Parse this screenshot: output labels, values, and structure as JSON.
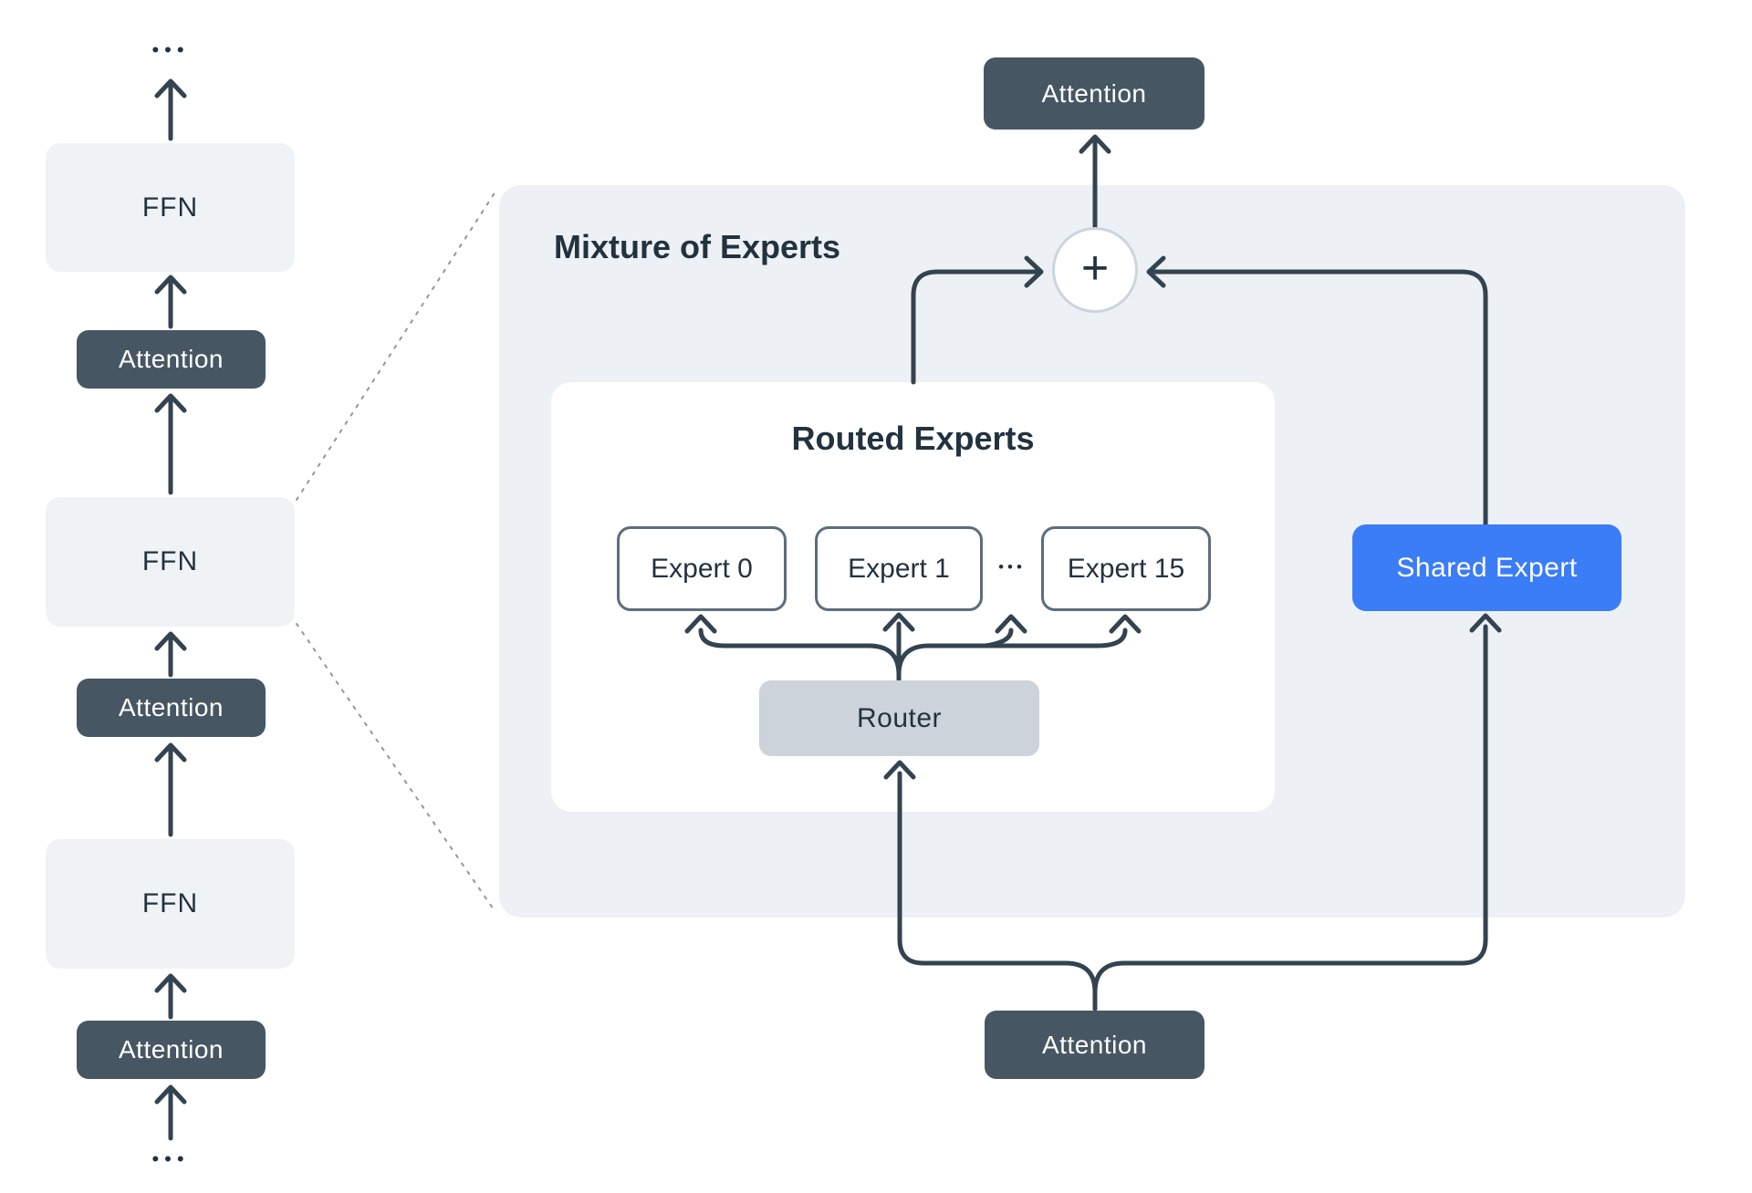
{
  "left_stack": {
    "top_dots": "•••",
    "bottom_dots": "•••",
    "blocks": [
      {
        "label": "FFN"
      },
      {
        "label": "Attention"
      },
      {
        "label": "FFN"
      },
      {
        "label": "Attention"
      },
      {
        "label": "FFN"
      },
      {
        "label": "Attention"
      }
    ]
  },
  "moe": {
    "title": "Mixture of Experts",
    "top_attention_label": "Attention",
    "bottom_attention_label": "Attention",
    "sum_symbol": "+",
    "shared_expert_label": "Shared Expert",
    "routed": {
      "title": "Routed Experts",
      "experts": [
        {
          "label": "Expert 0"
        },
        {
          "label": "Expert 1"
        },
        {
          "label": "Expert 15"
        }
      ],
      "dots": "•••",
      "router_label": "Router"
    }
  },
  "colors": {
    "ink": "#22323f",
    "line": "#33434f",
    "dark-box": "#475663",
    "panel": "#edf1f5",
    "ffn-box": "#f0f3f6",
    "router-box": "#ccd3da",
    "expert-border": "#5c6d7c",
    "blue": "#3b7cf7",
    "circle-border": "#ccd5de",
    "dotted": "#8b99a6",
    "white": "#ffffff"
  }
}
